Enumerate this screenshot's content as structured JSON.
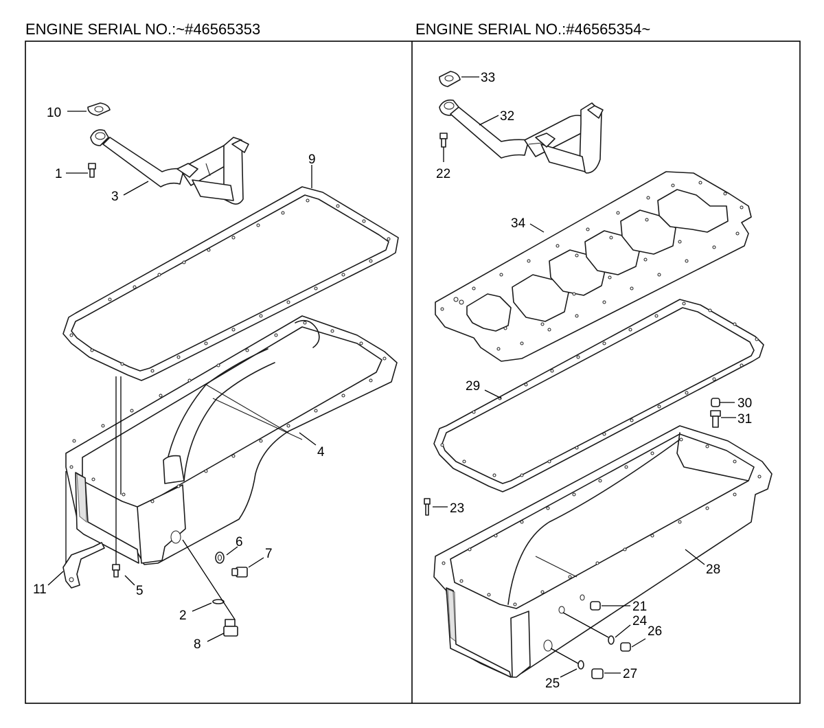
{
  "headers": {
    "left": "ENGINE SERIAL NO.:~#46565353",
    "right": "ENGINE SERIAL NO.:#46565354~"
  },
  "callouts": {
    "left": {
      "c1": "1",
      "c2": "2",
      "c3": "3",
      "c4": "4",
      "c5": "5",
      "c6": "6",
      "c7": "7",
      "c8": "8",
      "c9": "9",
      "c10": "10",
      "c11": "11"
    },
    "right": {
      "c21": "21",
      "c22": "22",
      "c23": "23",
      "c24": "24",
      "c25": "25",
      "c26": "26",
      "c27": "27",
      "c28": "28",
      "c29": "29",
      "c30": "30",
      "c31": "31",
      "c32": "32",
      "c33": "33",
      "c34": "34"
    }
  },
  "parts": {
    "left": [
      "flange-gasket",
      "bolt",
      "suction-pipe",
      "oil-pan",
      "bolt",
      "washer",
      "drain-plug",
      "sensor",
      "washer",
      "pan-gasket",
      "bracket"
    ],
    "right": [
      "flange-gasket",
      "suction-pipe",
      "bolt",
      "bolt",
      "plate-gasket",
      "pan-gasket",
      "spacer",
      "bolt",
      "oil-pan",
      "plug",
      "washer",
      "plug",
      "washer",
      "drain-plug"
    ]
  }
}
